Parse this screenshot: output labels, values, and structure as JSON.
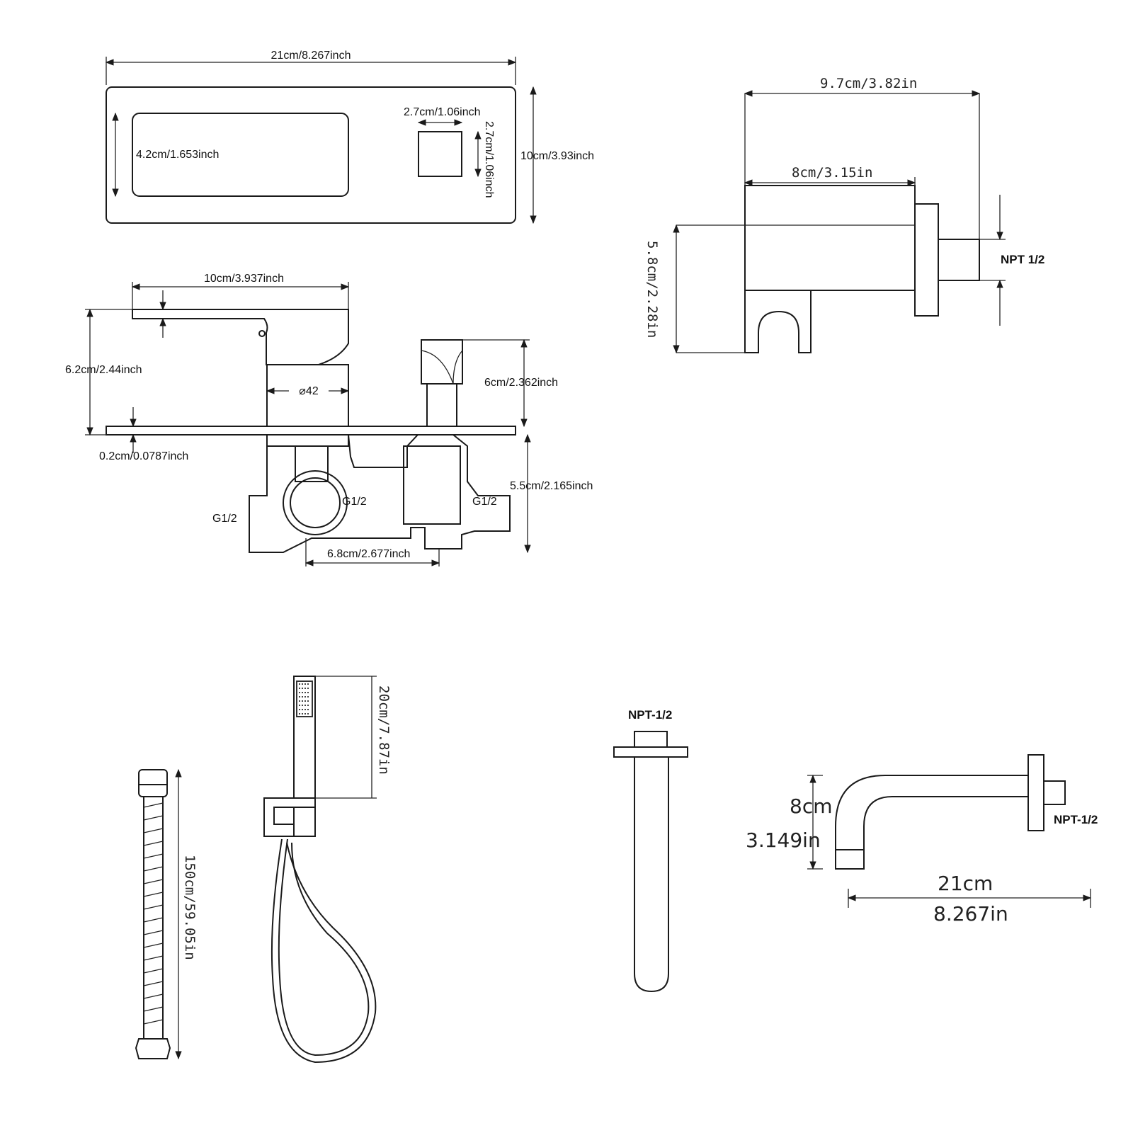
{
  "plate": {
    "width": "21cm/8.267inch",
    "height": "10cm/3.93inch",
    "window_height": "4.2cm/1.653inch",
    "square_width": "2.7cm/1.06inch",
    "square_height": "2.7cm/1.06inch"
  },
  "valve": {
    "handle_length": "10cm/3.937inch",
    "height": "6.2cm/2.44inch",
    "diameter": "⌀42",
    "plate_thickness": "0.2cm/0.0787inch",
    "knob_height": "6cm/2.362inch",
    "body_height": "5.5cm/2.165inch",
    "body_width": "6.8cm/2.677inch",
    "port_left": "G1/2",
    "port_center": "G1/2",
    "port_right": "G1/2"
  },
  "outlet": {
    "depth": "9.7cm/3.82in",
    "body_depth": "8cm/3.15in",
    "height": "5.8cm/2.28in",
    "thread": "NPT 1/2"
  },
  "hose": {
    "length": "150cm/59.05in"
  },
  "handshower": {
    "length": "20cm/7.87in"
  },
  "spout": {
    "top_thread": "NPT-1/2",
    "side_thread": "NPT-1/2",
    "height_cm": "8cm",
    "height_in": "3.149in",
    "length_cm": "21cm",
    "length_in": "8.267in"
  }
}
